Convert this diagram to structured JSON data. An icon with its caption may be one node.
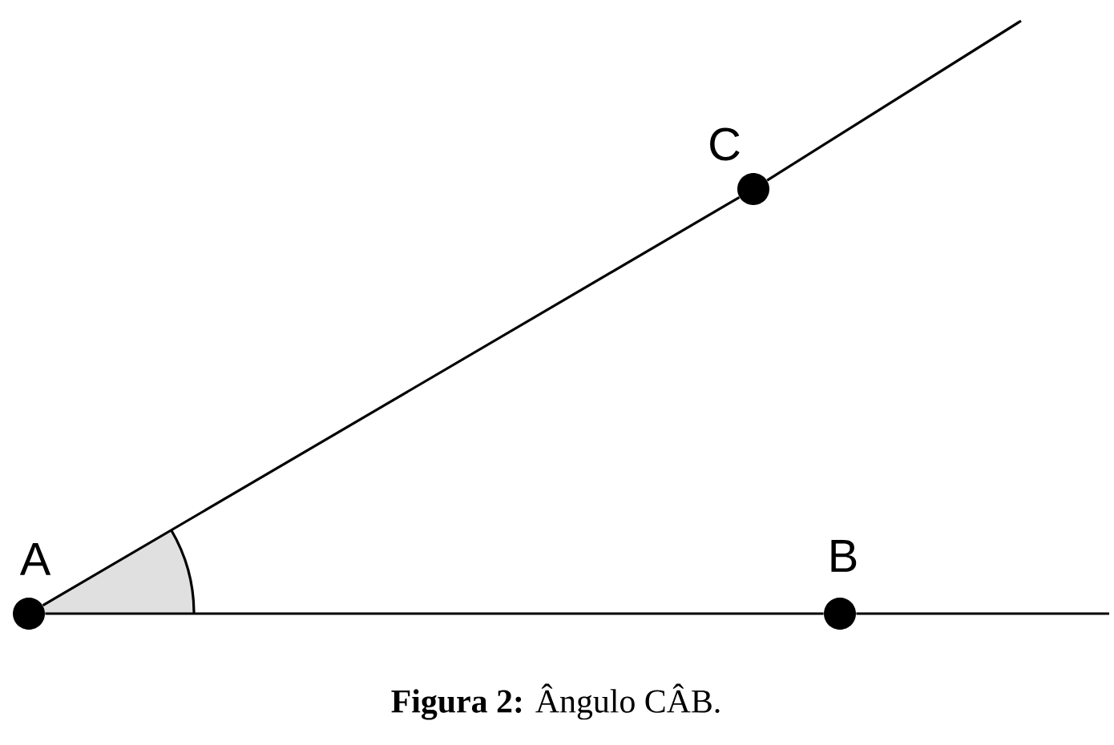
{
  "diagram": {
    "caption": "**Figura 2:** Ângulo CÂB.",
    "nodes": [
      {
        "text": [],
        "shape": "circle",
        "beside": [
          "A"
        ]
      },
      {
        "text": [],
        "shape": "circle",
        "beside": [
          "C"
        ]
      },
      {
        "text": [],
        "shape": "circle",
        "beside": [
          "B"
        ]
      }
    ],
    "edges": [
      {
        "from": 0,
        "to": 1,
        "arrow": "none"
      },
      {
        "from": 0,
        "to": 2,
        "arrow": "none"
      }
    ]
  }
}
